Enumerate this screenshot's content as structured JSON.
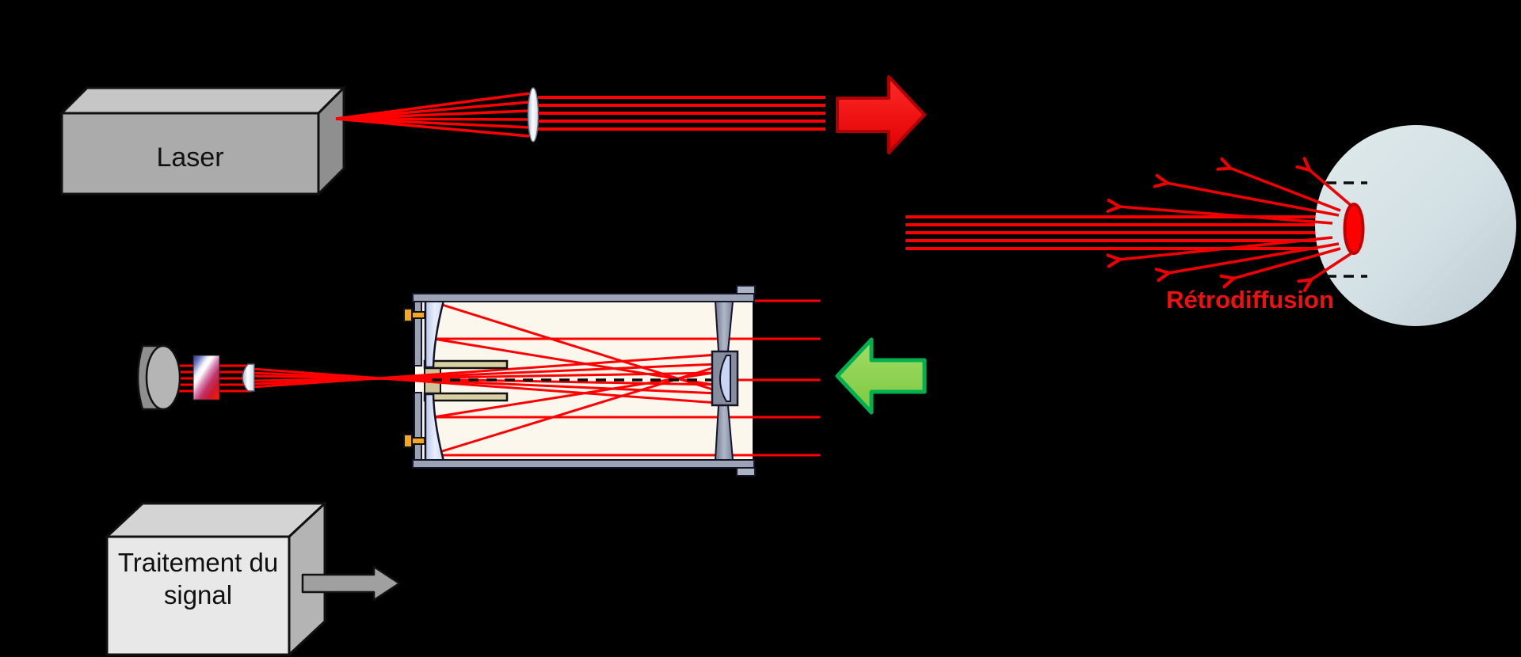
{
  "labels": {
    "laser": "Laser",
    "processing": "Traitement du signal",
    "backscatter": "Rétrodiffusion"
  },
  "colors": {
    "background": "#000000",
    "beam_red": "#ff0000",
    "emission_arrow_fill": "#ff1414",
    "emission_arrow_border": "#b00000",
    "return_arrow_fill": "#92d050",
    "return_arrow_border": "#00b050",
    "eye_sphere": "#d3e0e4",
    "pupil": "#ff0000",
    "pupil_border": "#c00000",
    "laser_box": "#ababab",
    "processing_box": "#e8e8e8",
    "telescope_interior": "#fbf7ed",
    "telescope_frame": "#9ba3b5",
    "mirror_blue": "#c7d3ee",
    "baffle_khaki": "#d8cfa3",
    "screw_orange": "#f5a623",
    "detector_gray": "#8f8f8f",
    "output_arrow": "#a0a0a0"
  },
  "components": [
    "laser",
    "collimating-lens",
    "emitted-beam",
    "emission-arrow",
    "beam-to-eye",
    "eye",
    "pupil",
    "backscatter-arrows",
    "return-arrow",
    "cassegrain-telescope",
    "primary-mirror",
    "secondary-mirror",
    "interference-filter",
    "focusing-lens",
    "detector",
    "signal-processing-unit",
    "output-arrow"
  ]
}
